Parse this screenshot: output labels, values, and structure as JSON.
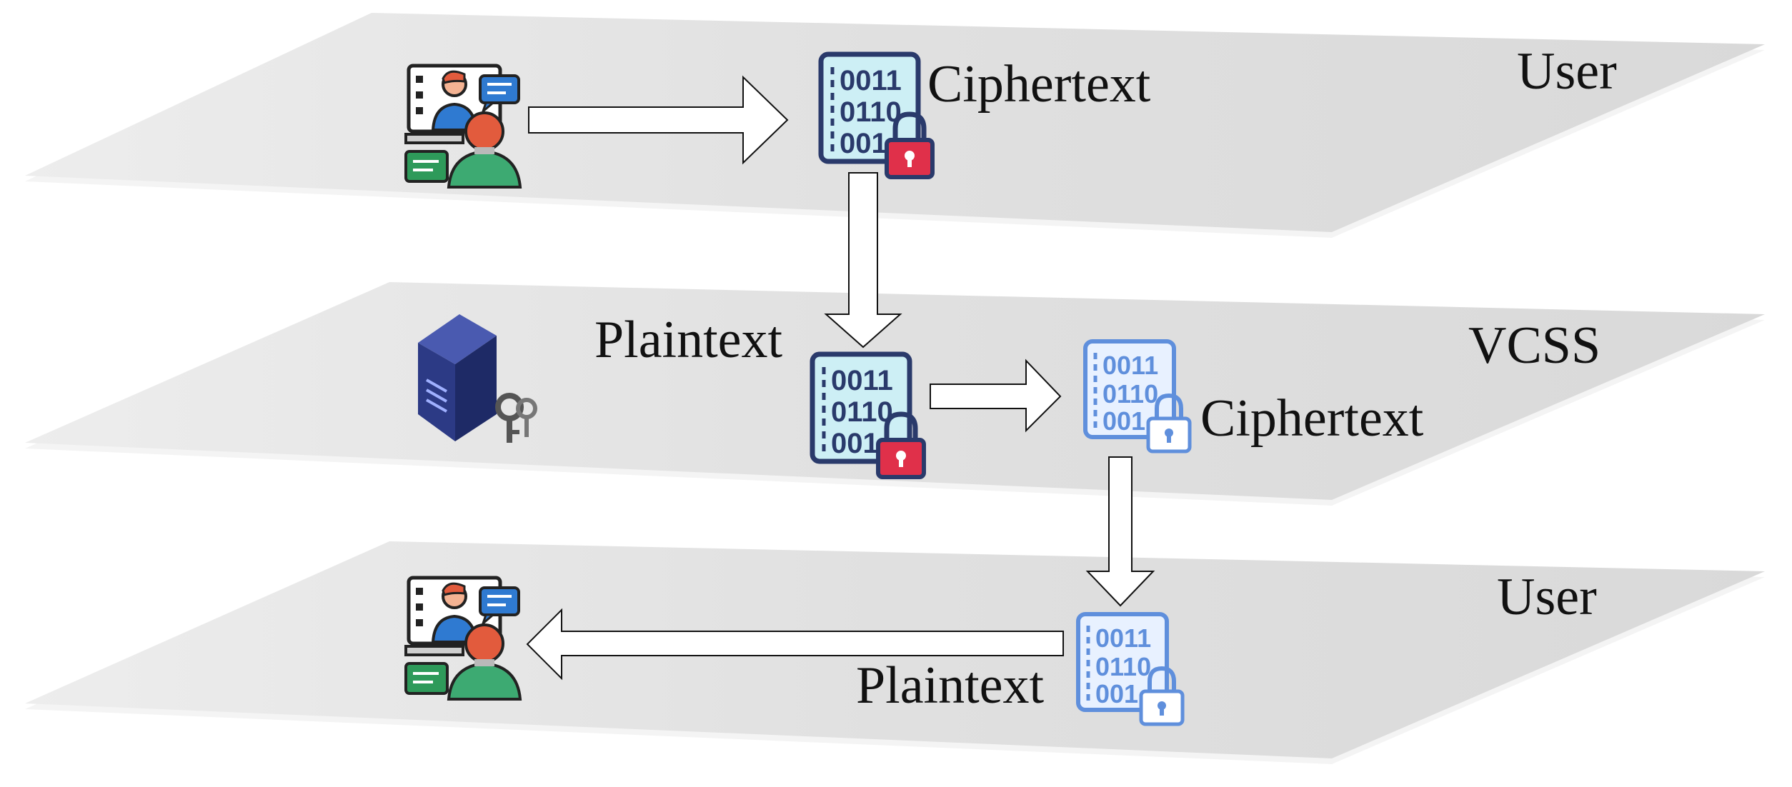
{
  "diagram": {
    "layers": [
      {
        "id": "top",
        "name": "User"
      },
      {
        "id": "middle",
        "name": "VCSS"
      },
      {
        "id": "bottom",
        "name": "User"
      }
    ],
    "labels": {
      "top_ciphertext": "Ciphertext",
      "mid_plaintext": "Plaintext",
      "mid_ciphertext": "Ciphertext",
      "bottom_plaintext": "Plaintext"
    },
    "binary": {
      "line1": "0011",
      "line2": "0110",
      "line3": "001"
    },
    "icons": {
      "user": "user-chat-icon",
      "server": "server-key-icon",
      "data_dark": "binary-lock-icon",
      "data_light": "binary-lock-light-icon"
    },
    "colors": {
      "plate_fill": "#e3e3e3",
      "plate_edge": "#f2f2f2",
      "dark_doc": "#2a3a6b",
      "light_doc": "#5f8fdc",
      "lock_red": "#e0304a",
      "server_blue": "#2c3a85",
      "person_orange": "#e25b3d",
      "chat_blue": "#2f7ad1",
      "chat_green": "#2e9a5a"
    }
  }
}
